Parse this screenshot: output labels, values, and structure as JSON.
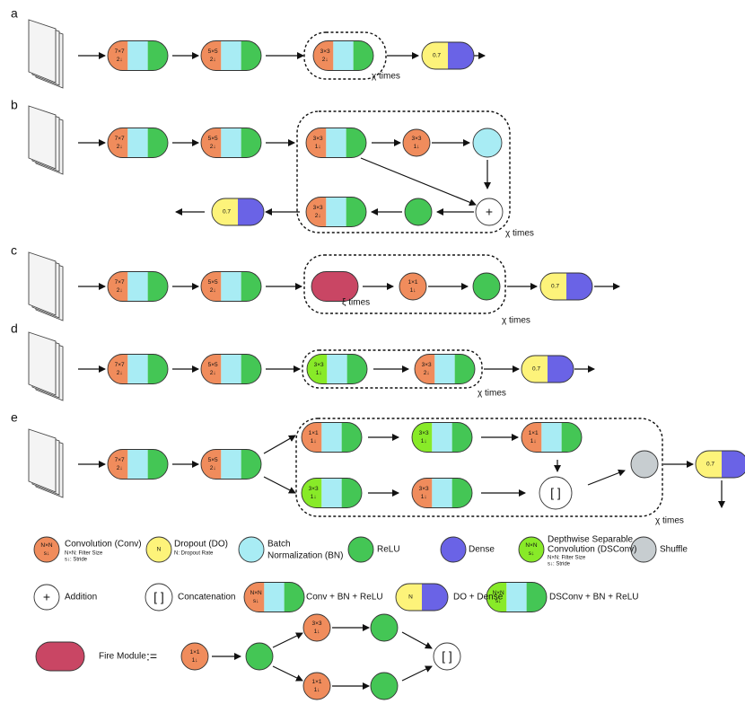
{
  "colors": {
    "conv": "#f08c5c",
    "bn": "#a8ecf4",
    "relu": "#44c655",
    "dropout": "#fdf37a",
    "dense": "#6a63e6",
    "dsconv": "#88ea28",
    "shuffle": "#c7cdd0",
    "fire": "#c94664",
    "stroke": "#333333"
  },
  "panels": {
    "a": {
      "label": "a",
      "conv1": [
        "7×7",
        "2↓"
      ],
      "conv2": [
        "5×5",
        "2↓"
      ],
      "conv3": [
        "3×3",
        "2↓"
      ],
      "dropout": "0.7",
      "times": "χ times"
    },
    "b": {
      "label": "b",
      "conv1": [
        "7×7",
        "2↓"
      ],
      "conv2": [
        "5×5",
        "2↓"
      ],
      "conv3": [
        "3×3",
        "1↓"
      ],
      "conv4": [
        "3×3",
        "1↓"
      ],
      "conv5": [
        "3×3",
        "2↓"
      ],
      "dropout": "0.7",
      "times": "χ times"
    },
    "c": {
      "label": "c",
      "conv1": [
        "7×7",
        "2↓"
      ],
      "conv2": [
        "5×5",
        "2↓"
      ],
      "conv3": [
        "1×1",
        "1↓"
      ],
      "dropout": "0.7",
      "fire_times": "ξ times",
      "times": "χ times"
    },
    "d": {
      "label": "d",
      "conv1": [
        "7×7",
        "2↓"
      ],
      "conv2": [
        "5×5",
        "2↓"
      ],
      "dsconv": [
        "3×3",
        "1↓"
      ],
      "conv3": [
        "3×3",
        "2↓"
      ],
      "dropout": "0.7",
      "times": "χ times"
    },
    "e": {
      "label": "e",
      "conv1": [
        "7×7",
        "2↓"
      ],
      "conv2": [
        "5×5",
        "2↓"
      ],
      "top1": [
        "1×1",
        "1↓"
      ],
      "top2": [
        "3×3",
        "1↓"
      ],
      "top3": [
        "1×1",
        "1↓"
      ],
      "bot1": [
        "3×3",
        "1↓"
      ],
      "bot2": [
        "3×3",
        "1↓"
      ],
      "dropout": "0.7",
      "times": "χ times"
    }
  },
  "legend": {
    "conv_sym": [
      "N×N",
      "s↓"
    ],
    "conv_title": "Convolution (Conv)",
    "conv_sub1": "N×N: Filter Size",
    "conv_sub2": "s↓: Stride",
    "dropout_sym": "N",
    "dropout_title": "Dropout (DO)",
    "dropout_sub": "N: Dropout Rate",
    "bn_title1": "Batch",
    "bn_title2": "Normalization (BN)",
    "relu_title": "ReLU",
    "dense_title": "Dense",
    "dsconv_sym": [
      "N×N",
      "s↓"
    ],
    "dsconv_title1": "Depthwise Separable",
    "dsconv_title2": "Convolution (DSConv)",
    "dsconv_sub1": "N×N: Filter Size",
    "dsconv_sub2": "s↓: Stride",
    "shuffle_title": "Shuffle",
    "addition_sym": "+",
    "addition_title": "Addition",
    "concat_sym": "[ ]",
    "concat_title": "Concatenation",
    "cbr_sym": [
      "N×N",
      "s↓"
    ],
    "cbr_title": "Conv + BN + ReLU",
    "dod_sym": "N",
    "dod_title": "DO + Dense",
    "dsbr_sym": [
      "N×N",
      "s↓"
    ],
    "dsbr_title": "DSConv + BN + ReLU",
    "fire_title": "Fire Module",
    "define": ":=",
    "fire_conv1": [
      "1×1",
      "1↓"
    ],
    "fire_conv2": [
      "3×3",
      "1↓"
    ],
    "fire_conv3": [
      "1×1",
      "1↓"
    ]
  }
}
